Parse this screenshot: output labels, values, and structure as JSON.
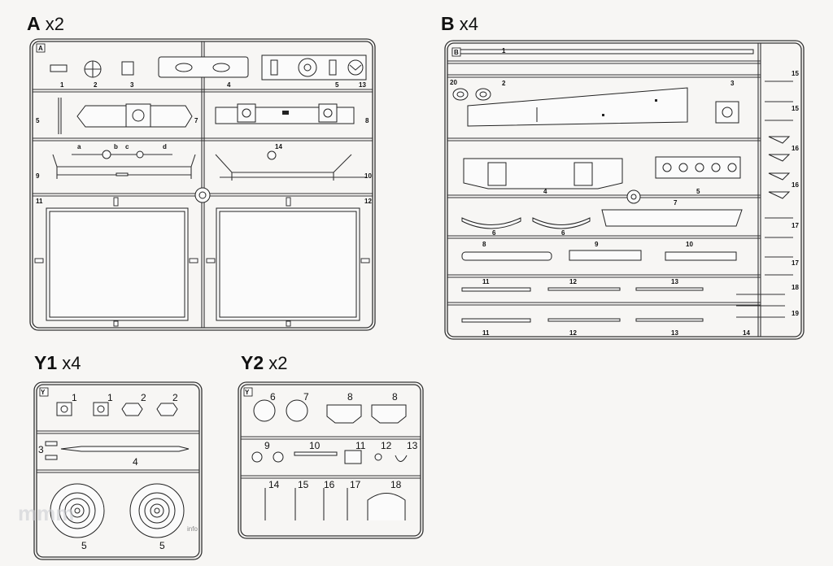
{
  "sprues": {
    "A": {
      "letter": "A",
      "count": "x2",
      "labels": [
        "1",
        "2",
        "3",
        "4",
        "5",
        "13",
        "5",
        "7",
        "8",
        "9",
        "10",
        "11",
        "12",
        "14",
        "a",
        "b",
        "c",
        "d"
      ]
    },
    "B": {
      "letter": "B",
      "count": "x4",
      "labels": [
        "1",
        "2",
        "3",
        "4",
        "5",
        "6",
        "6",
        "7",
        "8",
        "9",
        "10",
        "11",
        "11",
        "12",
        "12",
        "13",
        "13",
        "14",
        "15",
        "15",
        "16",
        "16",
        "17",
        "17",
        "18",
        "19",
        "20"
      ]
    },
    "Y1": {
      "letter": "Y1",
      "count": "x4",
      "labels": [
        "1",
        "1",
        "2",
        "2",
        "3",
        "4",
        "5",
        "5"
      ]
    },
    "Y2": {
      "letter": "Y2",
      "count": "x2",
      "labels": [
        "6",
        "7",
        "8",
        "8",
        "9",
        "10",
        "11",
        "12",
        "13",
        "14",
        "15",
        "16",
        "17",
        "18"
      ]
    }
  },
  "watermark": {
    "text": "info"
  }
}
